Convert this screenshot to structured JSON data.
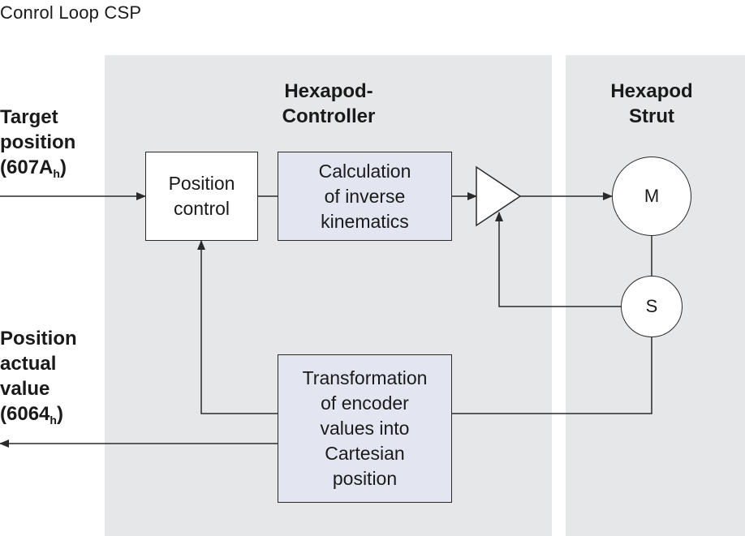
{
  "title": "Conrol Loop CSP",
  "panels": {
    "controller": {
      "line1": "Hexapod-",
      "line2": "Controller"
    },
    "strut": {
      "line1": "Hexapod",
      "line2": "Strut"
    }
  },
  "inputs": {
    "target": {
      "line1": "Target",
      "line2": "position",
      "line3_main": "(607A",
      "line3_sub": "h",
      "line3_end": ")"
    },
    "actual": {
      "line1": "Position",
      "line2": "actual",
      "line3": "value",
      "line4_main": "(6064",
      "line4_sub": "h",
      "line4_end": ")"
    }
  },
  "blocks": {
    "position_control": [
      "Position",
      "control"
    ],
    "inverse_kinematics": [
      "Calculation",
      "of inverse",
      "kinematics"
    ],
    "transformation": [
      "Transformation",
      "of encoder",
      "values into",
      "Cartesian",
      "position"
    ]
  },
  "nodes": {
    "motor": "M",
    "sensor": "S"
  },
  "colors": {
    "panel": "#e6e7e8",
    "block_fill": "#e3e6f1",
    "line": "#2a2a2a"
  }
}
